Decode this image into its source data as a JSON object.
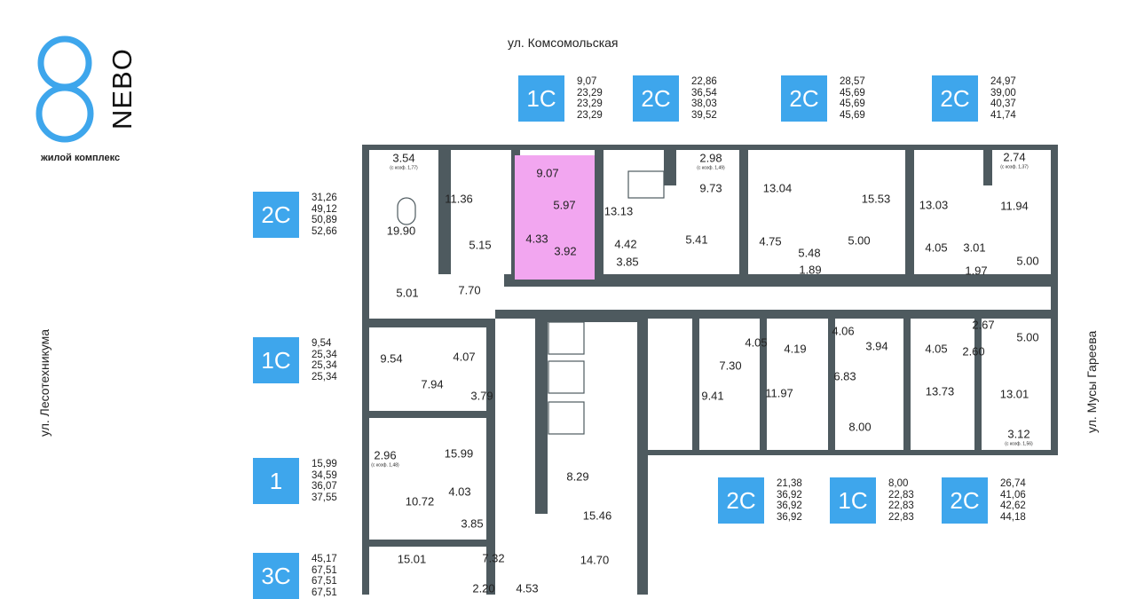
{
  "logo": {
    "text": "NEBO",
    "tagline": "жилой комплекс",
    "accent": "#3ea6ec"
  },
  "streets": {
    "top": "ул. Комсомольская",
    "left": "ул. Лесотехникума",
    "right": "ул. Мусы Гареева"
  },
  "apartments": [
    {
      "type": "1С",
      "areas": [
        "9,07",
        "23,29",
        "23,29",
        "23,29"
      ]
    },
    {
      "type": "2С",
      "areas": [
        "22,86",
        "36,54",
        "38,03",
        "39,52"
      ]
    },
    {
      "type": "2С",
      "areas": [
        "28,57",
        "45,69",
        "45,69",
        "45,69"
      ]
    },
    {
      "type": "2С",
      "areas": [
        "24,97",
        "39,00",
        "40,37",
        "41,74"
      ]
    },
    {
      "type": "2С",
      "areas": [
        "31,26",
        "49,12",
        "50,89",
        "52,66"
      ]
    },
    {
      "type": "1С",
      "areas": [
        "9,54",
        "25,34",
        "25,34",
        "25,34"
      ]
    },
    {
      "type": "1",
      "areas": [
        "15,99",
        "34,59",
        "36,07",
        "37,55"
      ]
    },
    {
      "type": "3С",
      "areas": [
        "45,17",
        "67,51",
        "67,51",
        "67,51"
      ]
    },
    {
      "type": "2С",
      "areas": [
        "21,38",
        "36,92",
        "36,92",
        "36,92"
      ]
    },
    {
      "type": "1С",
      "areas": [
        "8,00",
        "22,83",
        "22,83",
        "22,83"
      ]
    },
    {
      "type": "2С",
      "areas": [
        "26,74",
        "41,06",
        "42,62",
        "44,18"
      ]
    }
  ],
  "rooms": [
    "3.54",
    "11.36",
    "9.07",
    "5.97",
    "4.33",
    "3.92",
    "13.13",
    "2.98",
    "9.73",
    "19.90",
    "5.15",
    "4.42",
    "5.41",
    "3.85",
    "13.04",
    "15.53",
    "4.75",
    "5.48",
    "5.00",
    "1.89",
    "13.03",
    "2.74",
    "11.94",
    "4.05",
    "3.01",
    "1.97",
    "5.00",
    "5.01",
    "7.70",
    "9.54",
    "4.07",
    "7.94",
    "3.79",
    "2.96",
    "15.99",
    "10.72",
    "4.03",
    "3.85",
    "15.01",
    "7.32",
    "2.20",
    "4.53",
    "8.29",
    "15.46",
    "14.70",
    "4.05",
    "7.30",
    "4.19",
    "4.06",
    "3.94",
    "4.05",
    "2.67",
    "5.00",
    "2.60",
    "9.41",
    "11.97",
    "6.83",
    "13.73",
    "13.01",
    "8.00",
    "3.12"
  ],
  "coefs": [
    "(с коэф. 1,77)",
    "(с коэф. 1,49)",
    "(с коэф. 1,37)",
    "(с коэф. 1,48)",
    "(с коэф. 1,56)"
  ],
  "colors": {
    "wall": "#4e5a5f",
    "highlight": "#f2a6f0",
    "badge": "#3ea6ec"
  }
}
